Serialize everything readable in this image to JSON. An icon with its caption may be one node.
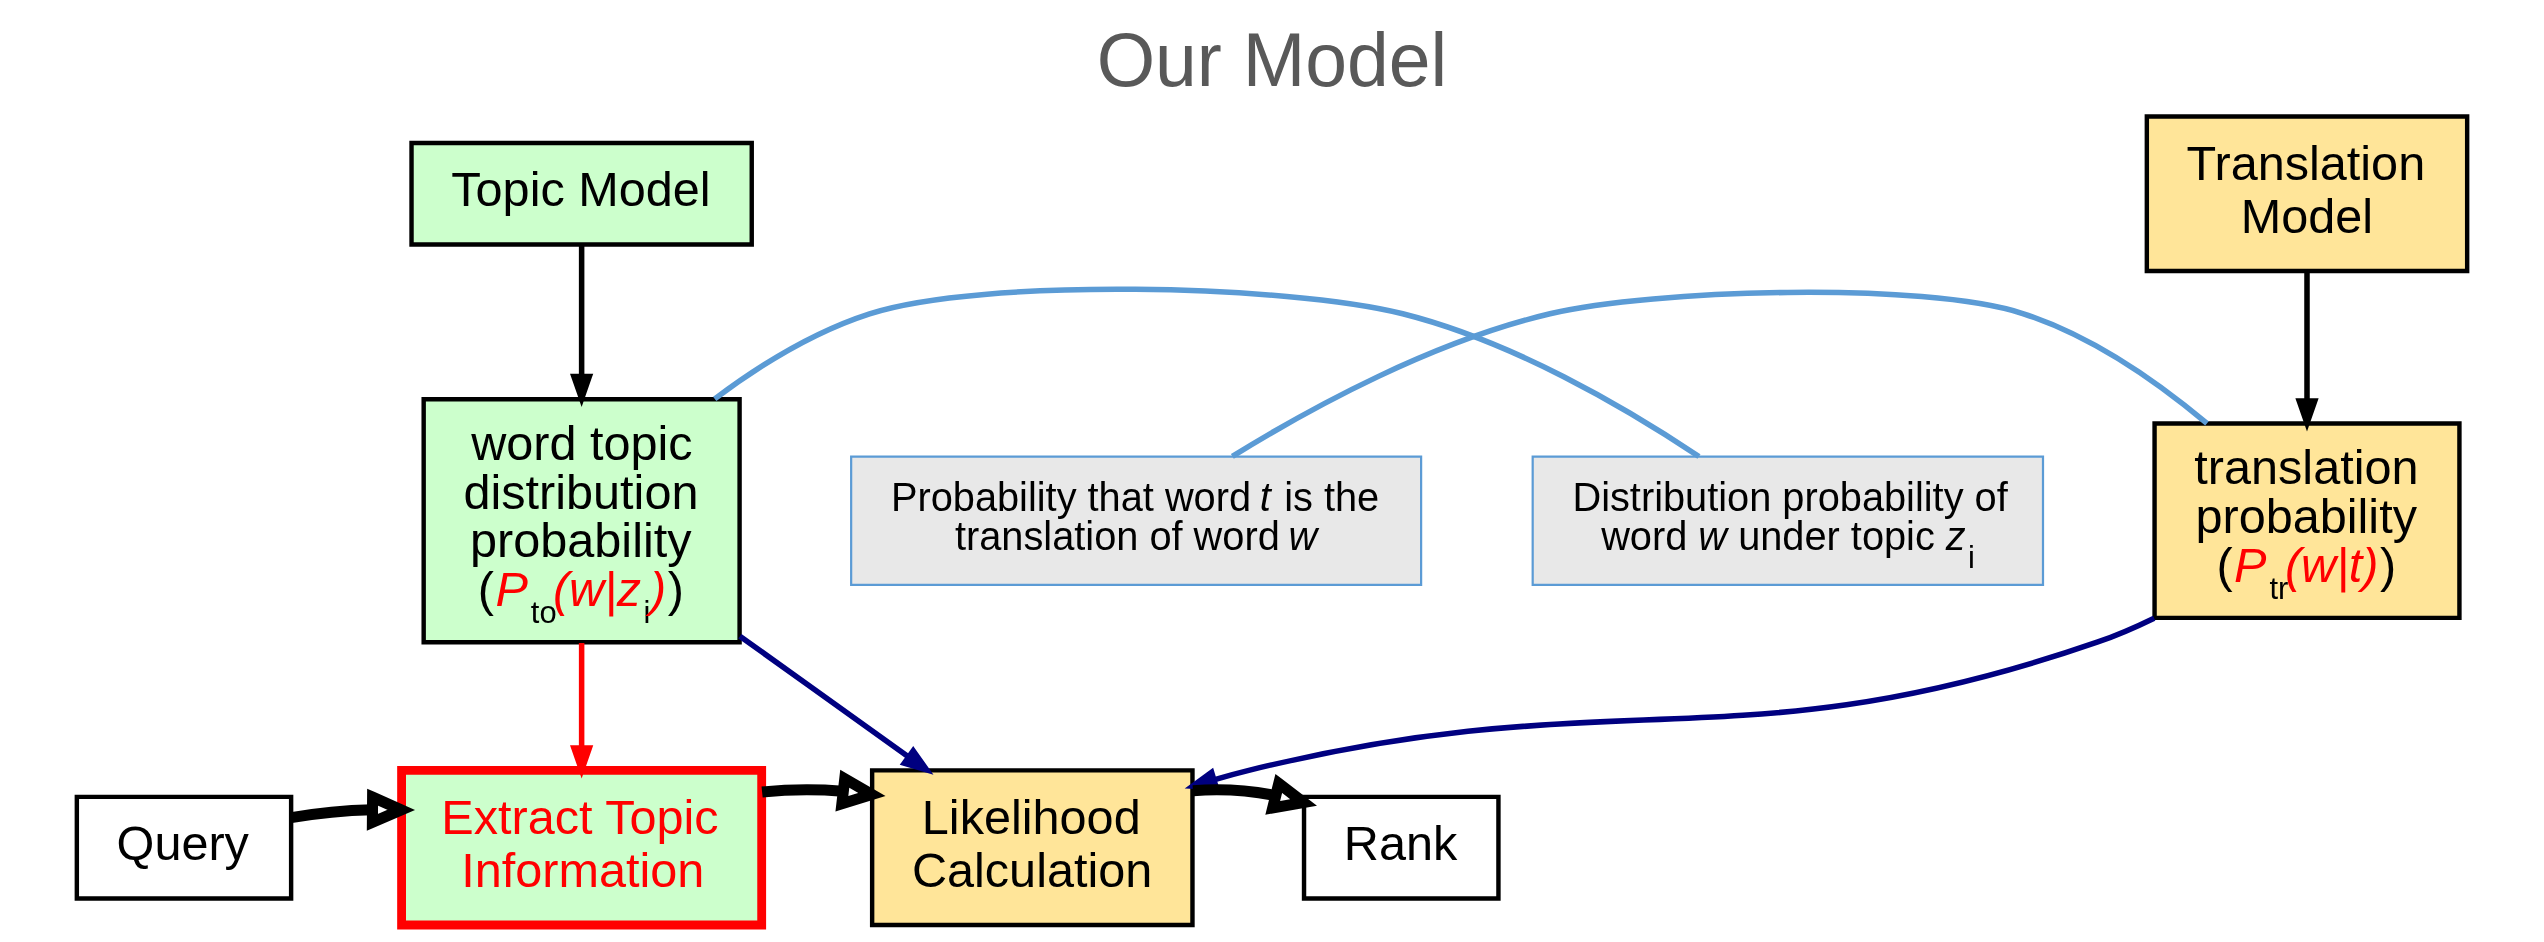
{
  "diagram": {
    "title": "Our Model",
    "nodes": [
      {
        "text": [
          "Topic Model"
        ]
      },
      {
        "text": [
          "Translation Model"
        ]
      },
      {
        "text": [
          "Distribution probability of word *w* under topic *z*$_{i}$"
        ]
      },
      {
        "text": [
          "word topic distribution probability",
          "(*P*$_{to}$*(w|z*$_{i}$*)*)"
        ]
      },
      {
        "text": [
          "translation probability",
          "(*P*$_{tr}$*(w|t)*)"
        ]
      },
      {
        "text": [
          "Probability that word *t* is the translation of word *w*"
        ]
      },
      {
        "text": [
          "Query"
        ]
      },
      {
        "text": [
          "Extract Topic Information"
        ]
      },
      {
        "text": [
          "Likelihood Calculation"
        ]
      },
      {
        "text": [
          "Rank"
        ]
      }
    ],
    "edges": [
      {
        "from": 0,
        "to": 3,
        "arrow": "to"
      },
      {
        "from": 1,
        "to": 4,
        "arrow": "to"
      },
      {
        "from": 2,
        "to": 3,
        "arrow": "none",
        "color": "#5b9bd5"
      },
      {
        "from": 5,
        "to": 4,
        "arrow": "none",
        "color": "#5b9bd5"
      },
      {
        "from": 3,
        "to": 7,
        "arrow": "to",
        "color": "#ff0000"
      },
      {
        "from": 3,
        "to": 8,
        "arrow": "to",
        "color": "#000080"
      },
      {
        "from": 4,
        "to": 8,
        "arrow": "to",
        "color": "#000080"
      },
      {
        "from": 6,
        "to": 7,
        "arrow": "to",
        "style": "thick"
      },
      {
        "from": 7,
        "to": 8,
        "arrow": "to",
        "style": "thick"
      },
      {
        "from": 8,
        "to": 9,
        "arrow": "to",
        "style": "thick"
      }
    ]
  }
}
